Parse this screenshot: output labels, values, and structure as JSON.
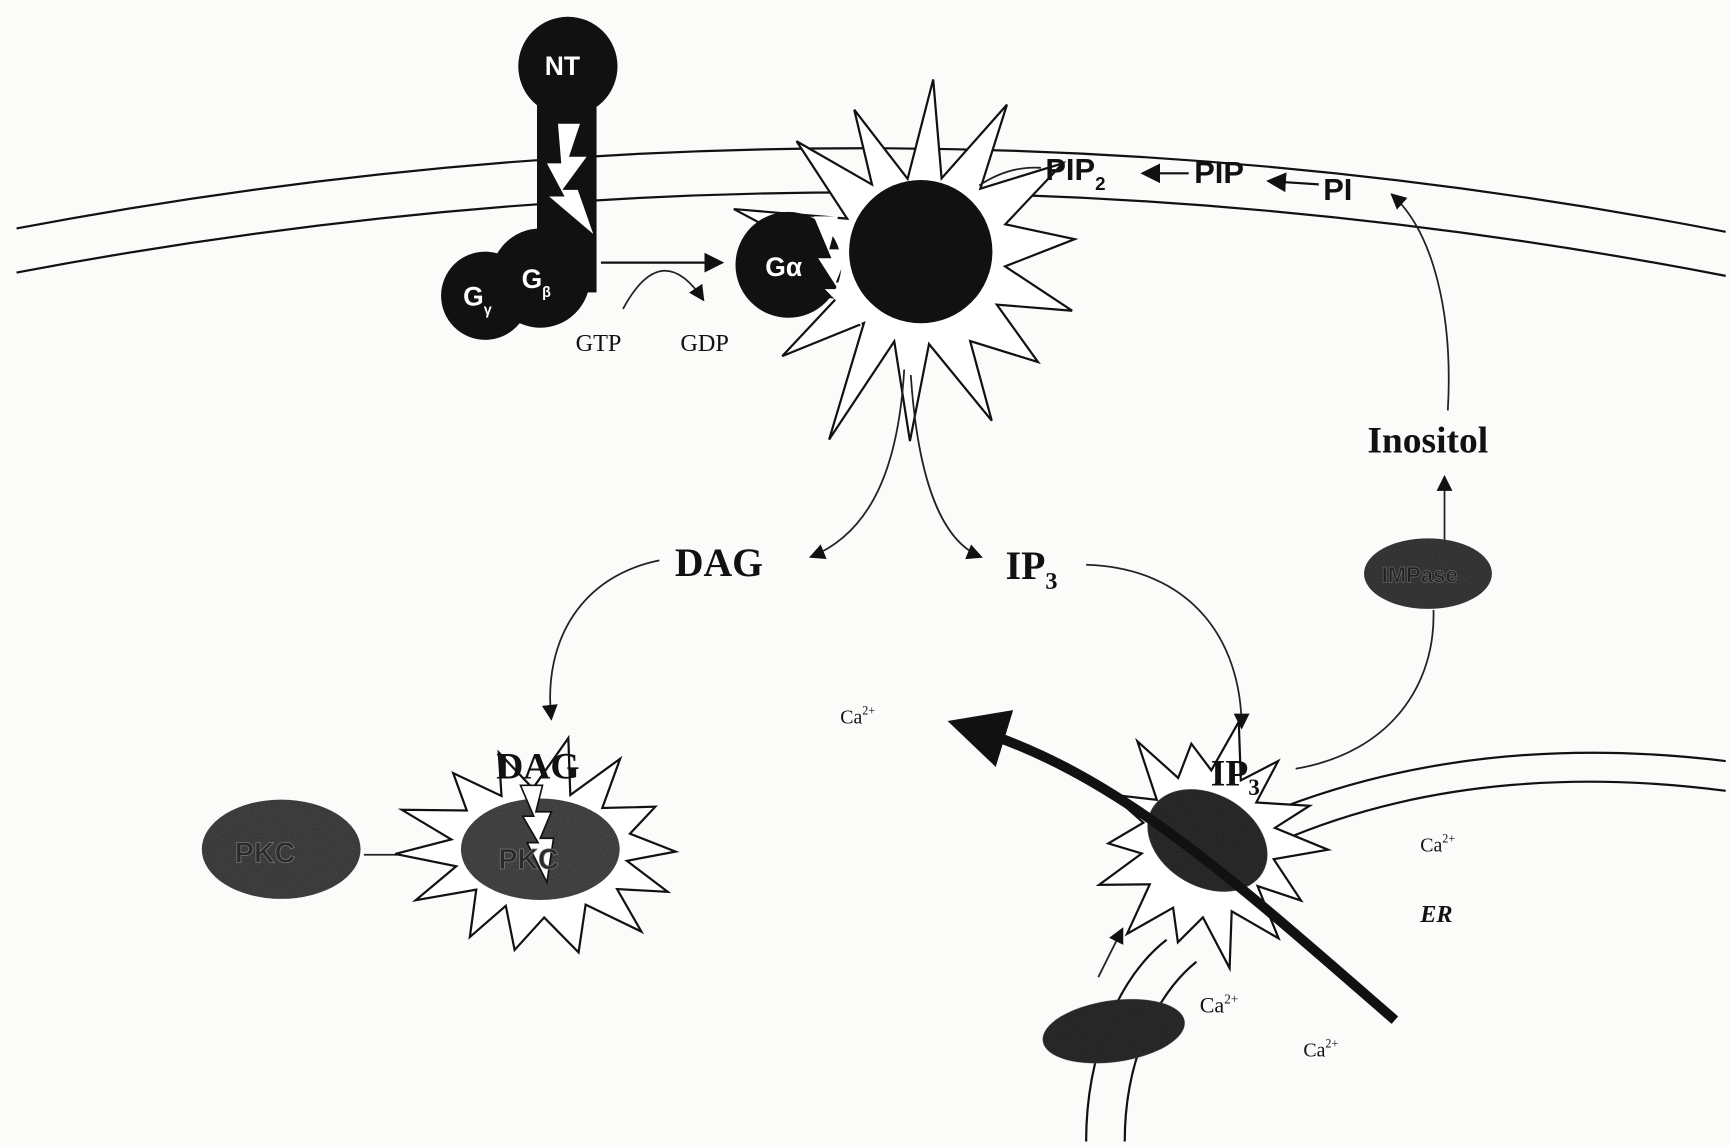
{
  "diagram": {
    "receptor": {
      "ligand": "NT",
      "g_gamma": {
        "base": "G",
        "sub": "γ"
      },
      "g_beta": {
        "base": "G",
        "sub": "β"
      }
    },
    "gtp": "GTP",
    "gdp": "GDP",
    "g_alpha": "Gα",
    "lipids": {
      "pip2": {
        "base": "PIP",
        "sub": "2"
      },
      "pip": "PIP",
      "pi": "PI"
    },
    "inositol": "Inositol",
    "impase": "IMPase",
    "dag": "DAG",
    "ip3": {
      "base": "IP",
      "sub": "3"
    },
    "pkc_inactive": "PKC",
    "pkc_active": "PKC",
    "pkc_dag": "DAG",
    "er_ip3": {
      "base": "IP",
      "sub": "3"
    },
    "er": "ER",
    "calcium": [
      {
        "base": "Ca",
        "sup": "2+"
      },
      {
        "base": "Ca",
        "sup": "2+"
      },
      {
        "base": "Ca",
        "sup": "2+"
      },
      {
        "base": "Ca",
        "sup": "2+"
      }
    ],
    "colors": {
      "ink": "#111111",
      "paper": "#fbfbfa",
      "protein_gray": "#454545"
    }
  }
}
